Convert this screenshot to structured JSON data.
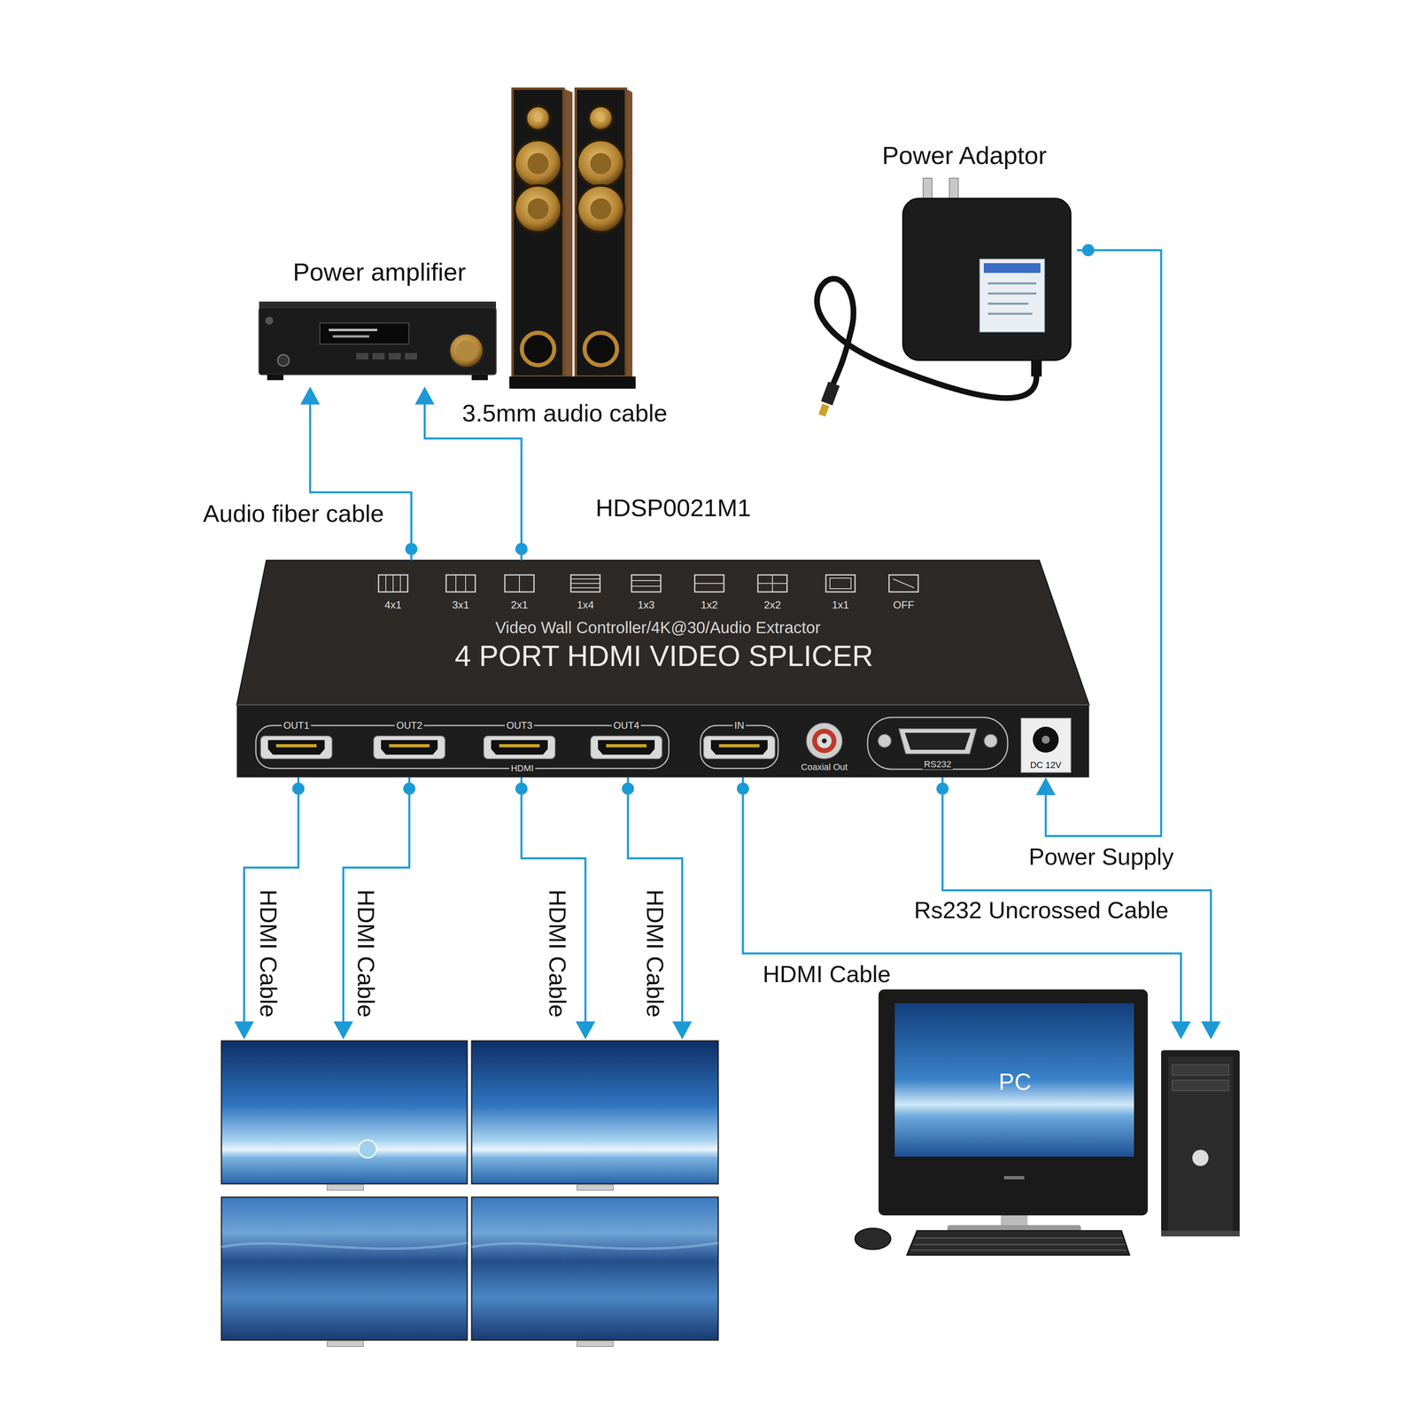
{
  "diagram": {
    "nodes": [
      {
        "text": [
          "Power Adaptor"
        ]
      },
      {
        "text": [
          "Power amplifier"
        ]
      },
      {
        "text": [
          "4 PORT HDMI VIDEO SPLICER",
          "Video Wall Controller/4K@30/Audio Extractor",
          "4x1",
          "3x1",
          "2x1",
          "1x4",
          "1x3",
          "1x2",
          "2x2",
          "1x1",
          "OFF",
          "OUT1",
          "OUT2",
          "OUT3",
          "OUT4",
          "IN",
          "HDMI",
          "Coaxial Out",
          "RS232",
          "DC 12V"
        ]
      },
      {
        "text": [
          "PC"
        ]
      }
    ],
    "edges": [
      {
        "from": 2,
        "to": 1,
        "label": "Audio fiber cable",
        "arrow": "to"
      },
      {
        "from": 2,
        "to": 1,
        "label": "3.5mm audio cable",
        "arrow": "to"
      },
      {
        "from": 0,
        "to": 2,
        "label": "Power Supply",
        "arrow": "to"
      },
      {
        "from": 2,
        "to": 3,
        "label": "HDMI Cable",
        "arrow": "to"
      },
      {
        "from": 2,
        "to": 3,
        "label": "Rs232 Uncrossed Cable",
        "arrow": "to"
      }
    ],
    "labels": [
      "HDSP0021M1",
      "HDMI Cable",
      "HDMI Cable",
      "HDMI Cable",
      "HDMI Cable"
    ]
  }
}
